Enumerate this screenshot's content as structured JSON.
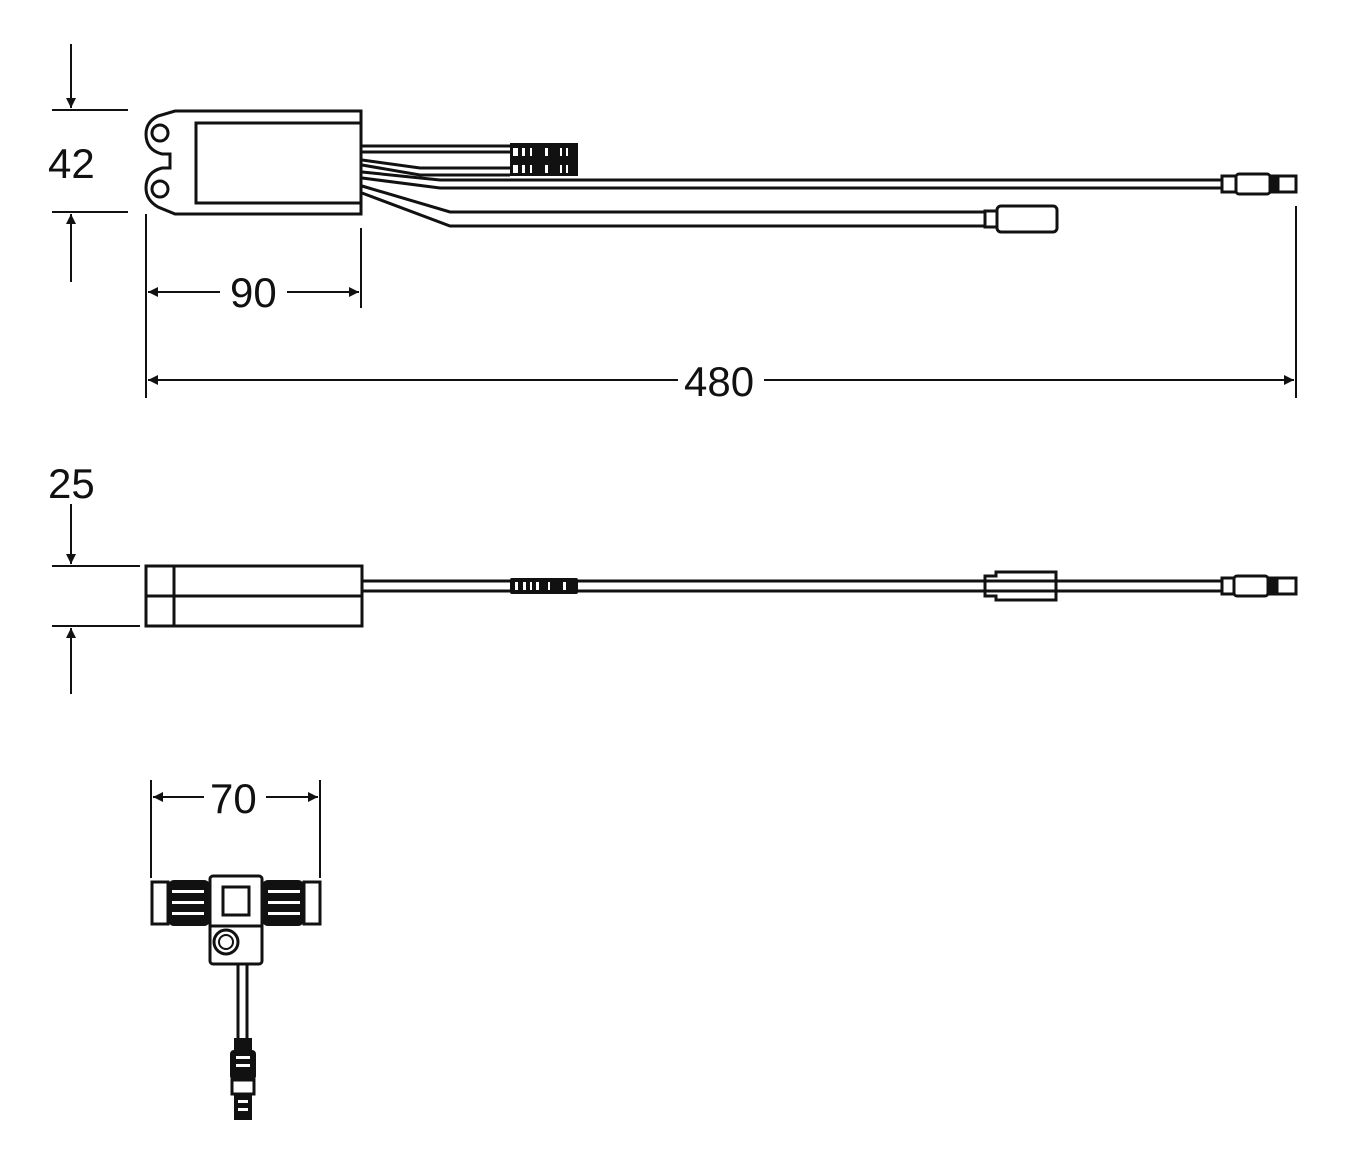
{
  "drawing": {
    "type": "technical dimension drawing",
    "stroke_color": "#111111",
    "background": "#ffffff"
  },
  "views": {
    "top_view": {
      "dimensions": {
        "height": "42",
        "body_length": "90",
        "overall_length": "480"
      }
    },
    "side_view": {
      "dimensions": {
        "thickness": "25"
      }
    },
    "t_connector_view": {
      "dimensions": {
        "width": "70"
      }
    }
  }
}
